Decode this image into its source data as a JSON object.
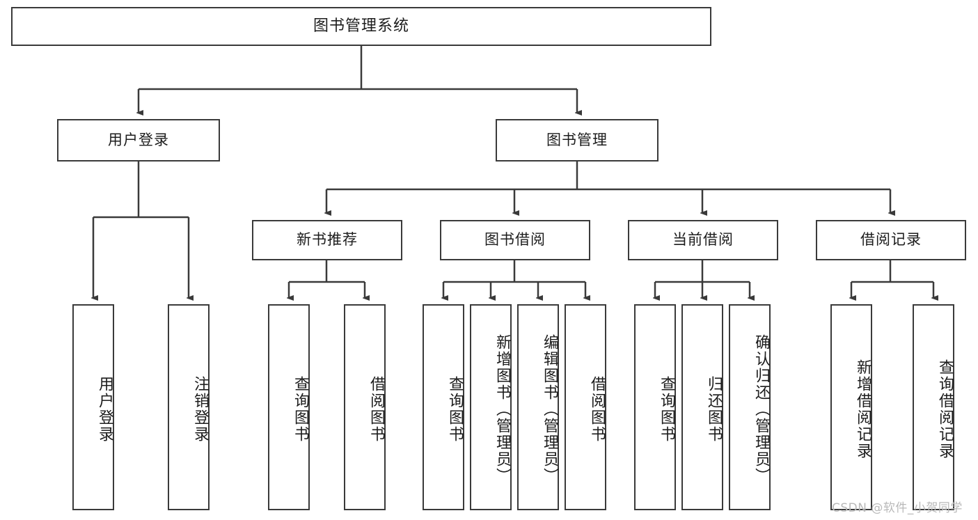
{
  "diagram": {
    "title": "图书管理系统",
    "type": "hierarchy-tree",
    "orientation": "top-down",
    "levels": 4,
    "colors": {
      "box_border": "#3a3a3a",
      "box_fill": "#ffffff",
      "edge": "#3a3a3a",
      "text": "#1c1c1c",
      "watermark": "#b9b9b9",
      "background": "#ffffff"
    },
    "root": {
      "label": "图书管理系统"
    },
    "level2": [
      {
        "label": "用户登录"
      },
      {
        "label": "图书管理"
      }
    ],
    "level3": [
      {
        "label": "新书推荐"
      },
      {
        "label": "图书借阅"
      },
      {
        "label": "当前借阅"
      },
      {
        "label": "借阅记录"
      }
    ],
    "leaves": {
      "user_login": [
        {
          "label": "用户登录"
        },
        {
          "label": "注销登录"
        }
      ],
      "new_book_recommend": [
        {
          "label": "查询图书"
        },
        {
          "label": "借阅图书"
        }
      ],
      "book_borrow": [
        {
          "label": "查询图书"
        },
        {
          "label": "新增图书（管理员）"
        },
        {
          "label": "编辑图书（管理员）"
        },
        {
          "label": "借阅图书"
        }
      ],
      "current_borrow": [
        {
          "label": "查询图书"
        },
        {
          "label": "归还图书"
        },
        {
          "label": "确认归还（管理员）"
        }
      ],
      "borrow_record": [
        {
          "label": "新增借阅记录"
        },
        {
          "label": "查询借阅记录"
        }
      ]
    }
  },
  "watermark": {
    "text": "CSDN @软件_小贺同学"
  }
}
